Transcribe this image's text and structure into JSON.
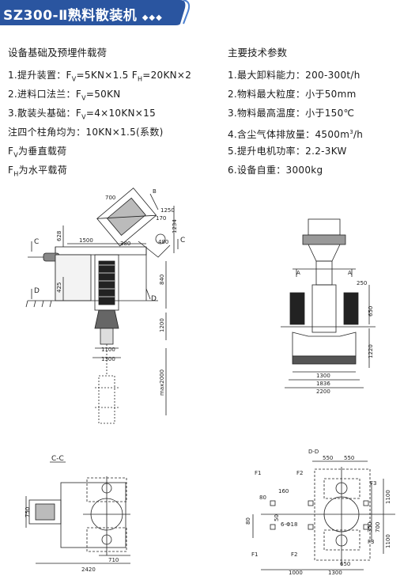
{
  "banner": {
    "title": "SZ300-Ⅱ熟料散装机",
    "decoration": "◆◆◆"
  },
  "left": {
    "heading": "设备基础及预埋件载荷",
    "items": [
      "1.提升装置：FV=5KN×1.5   FH=20KN×2",
      "2.进料口法兰：FV=50KN",
      "3.散装头基础：FV=4×10KN×15",
      "注四个柱角均为：10KN×1.5(系数)",
      "FV为垂直载荷",
      "FH为水平载荷"
    ],
    "parts": {
      "i1a": "1.提升装置：F",
      "i1b": "=5KN×1.5   F",
      "i1c": "=20KN×2",
      "i2a": "2.进料口法兰：F",
      "i2b": "=50KN",
      "i3a": "3.散装头基础：F",
      "i3b": "=4×10KN×15",
      "i4": "注四个柱角均为：10KN×1.5(系数)",
      "i5a": "F",
      "i5b": "为垂直载荷",
      "i6a": "F",
      "i6b": "为水平载荷",
      "sub_v": "V",
      "sub_h": "H"
    }
  },
  "right": {
    "heading": "主要技术参数",
    "items": [
      "1.最大卸料能力：200-300t/h",
      "2.物料最大粒度：小于50mm",
      "3.物料最高温度：小于150℃",
      "4.含尘气体排放量：4500m³/h",
      "5.提升电机功率：2.2-3KW",
      "6.设备自重：3000kg"
    ],
    "i4a": "4.含尘气体排放量：4500m",
    "i4b": "/h",
    "sup3": "3"
  },
  "drawing": {
    "front": {
      "dims": [
        "700",
        "B",
        "1250",
        "170",
        "480",
        "1234",
        "628",
        "1500",
        "380",
        "425",
        "840",
        "1200",
        "1100",
        "1300",
        "max2000"
      ],
      "markers": [
        "C",
        "C",
        "D",
        "D"
      ]
    },
    "side": {
      "dims": [
        "250",
        "650",
        "1220",
        "1300",
        "1836",
        "2200"
      ],
      "markers": [
        "A",
        "A"
      ]
    },
    "section_cc": {
      "title": "C-C",
      "dims": [
        "750",
        "710",
        "2420"
      ]
    },
    "section_dd": {
      "title": "D-D",
      "dims": [
        "550",
        "550",
        "160",
        "80",
        "80",
        "50",
        "6-Φ18",
        "1100",
        "350",
        "700",
        "1100",
        "650",
        "1000",
        "1300"
      ],
      "markers": [
        "F1",
        "F2",
        "F3",
        "F1",
        "F2",
        "F3"
      ]
    }
  },
  "colors": {
    "banner_bg": "#2a55a0",
    "banner_edge": "#4a7fd0",
    "ink": "#1a1a1a"
  }
}
